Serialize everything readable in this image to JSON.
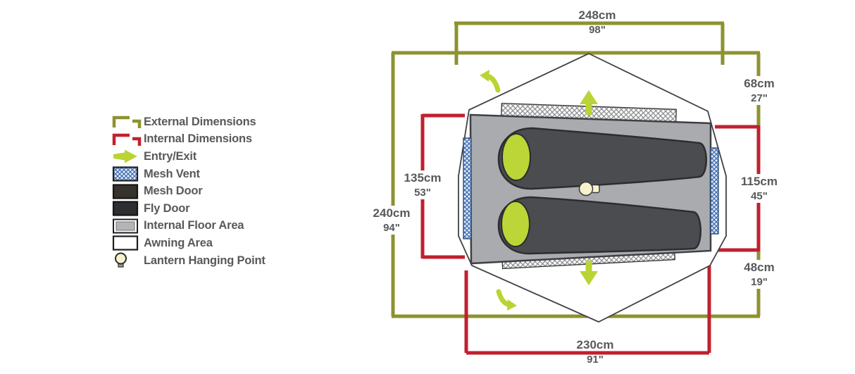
{
  "legend": {
    "items": [
      {
        "label": "External Dimensions",
        "icon": "external-bracket-icon"
      },
      {
        "label": "Internal Dimensions",
        "icon": "internal-bracket-icon"
      },
      {
        "label": "Entry/Exit",
        "icon": "entry-exit-arrow-icon"
      },
      {
        "label": "Mesh Vent",
        "icon": "mesh-vent-swatch"
      },
      {
        "label": "Mesh Door",
        "icon": "mesh-door-swatch"
      },
      {
        "label": "Fly Door",
        "icon": "fly-door-swatch"
      },
      {
        "label": "Internal Floor Area",
        "icon": "internal-floor-swatch"
      },
      {
        "label": "Awning Area",
        "icon": "awning-swatch"
      },
      {
        "label": "Lantern Hanging Point",
        "icon": "lantern-icon"
      }
    ]
  },
  "measurements": {
    "top": {
      "cm": "248cm",
      "in": "98\""
    },
    "bottom": {
      "cm": "230cm",
      "in": "91\""
    },
    "left_outer": {
      "cm": "240cm",
      "in": "94\""
    },
    "left_inner": {
      "cm": "135cm",
      "in": "53\""
    },
    "right_upper": {
      "cm": "68cm",
      "in": "27\""
    },
    "right_middle": {
      "cm": "115cm",
      "in": "45\""
    },
    "right_lower": {
      "cm": "48cm",
      "in": "19\""
    }
  },
  "colors": {
    "external_dimensions": "#8d9230",
    "internal_dimensions": "#c1202f",
    "entry_exit": "#b9d434",
    "mesh_vent": "#3d6db2",
    "internal_floor": "#a9abae",
    "label_text": "#58595b"
  }
}
